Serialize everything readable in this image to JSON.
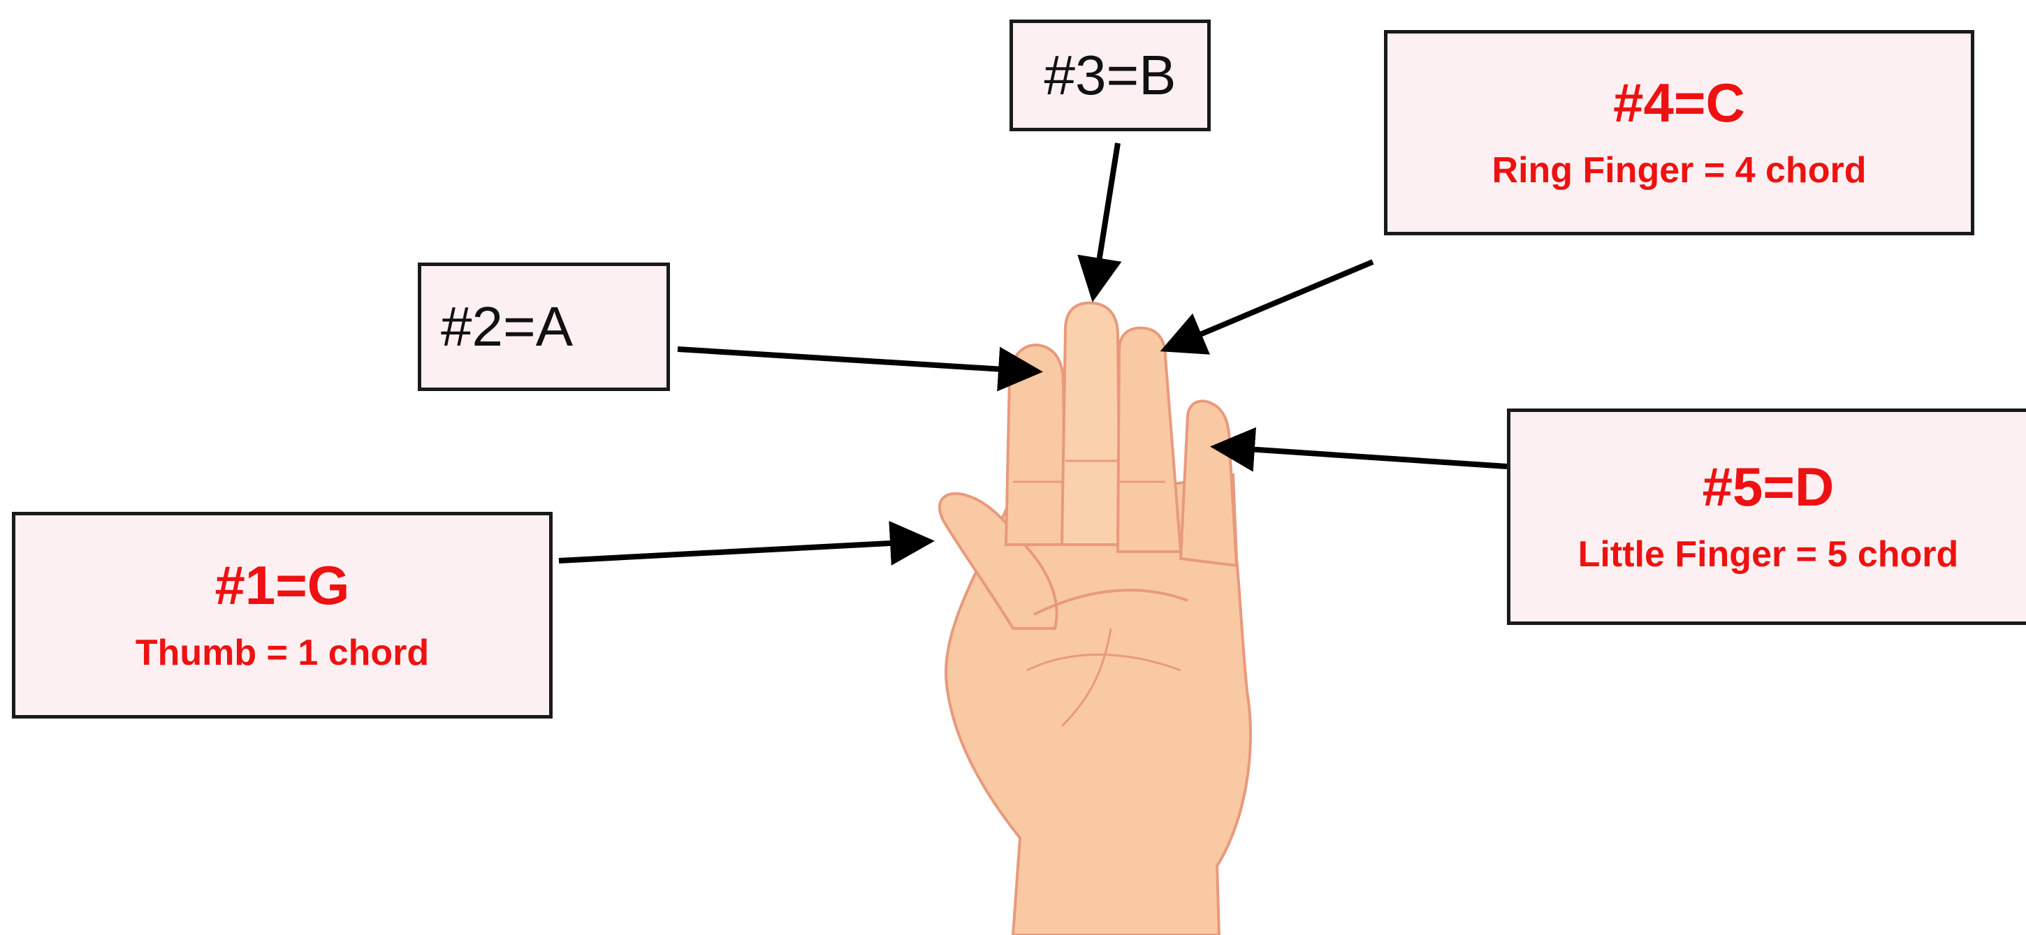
{
  "labels": {
    "finger1": {
      "title": "#1=G",
      "subtitle": "Thumb = 1 chord"
    },
    "finger2": {
      "title": "#2=A"
    },
    "finger3": {
      "title": "#3=B"
    },
    "finger4": {
      "title": "#4=C",
      "subtitle": "Ring Finger = 4 chord"
    },
    "finger5": {
      "title": "#5=D",
      "subtitle": "Little Finger = 5 chord"
    }
  },
  "colors": {
    "label_text": "#ee1111",
    "box_fill": "#fdf0f2",
    "skin": "#f9c9a3",
    "skin_shadow": "#e89a7c",
    "arrow": "#000000"
  },
  "icons": {
    "hand": "open-palm-hand-illustration"
  }
}
